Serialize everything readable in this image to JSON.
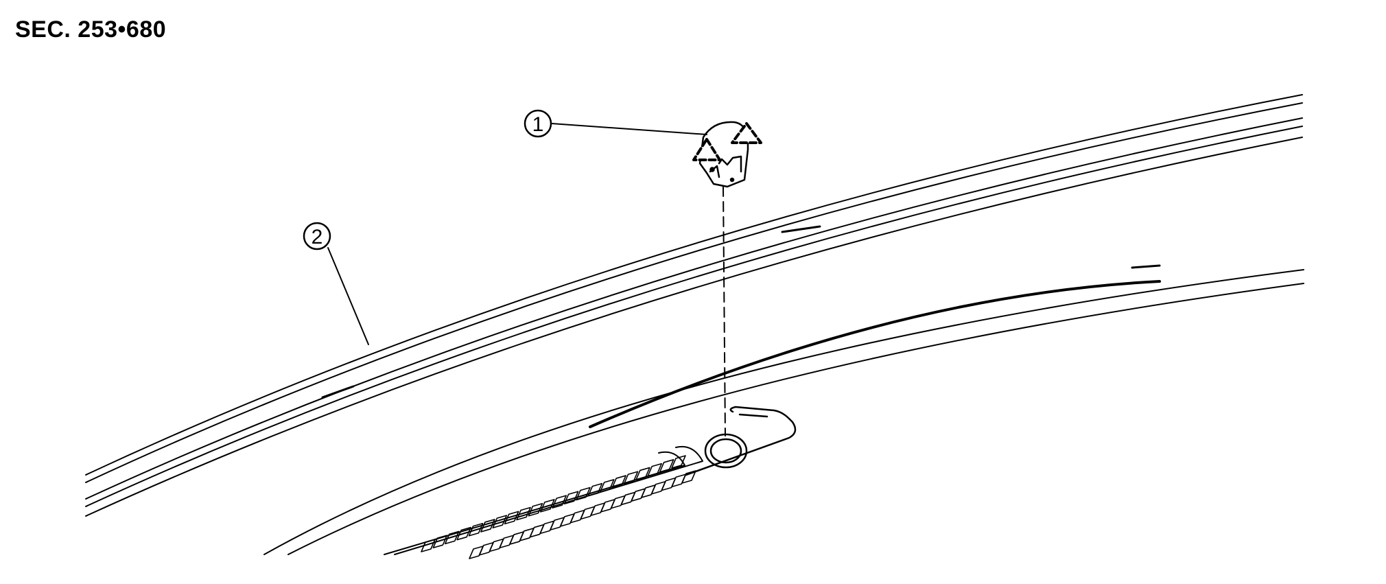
{
  "section_label": "SEC. 253•680",
  "callouts": [
    {
      "id": "callout-1",
      "number": "1"
    },
    {
      "id": "callout-2",
      "number": "2"
    }
  ],
  "warning_symbol": "dashed-triangle-icon"
}
